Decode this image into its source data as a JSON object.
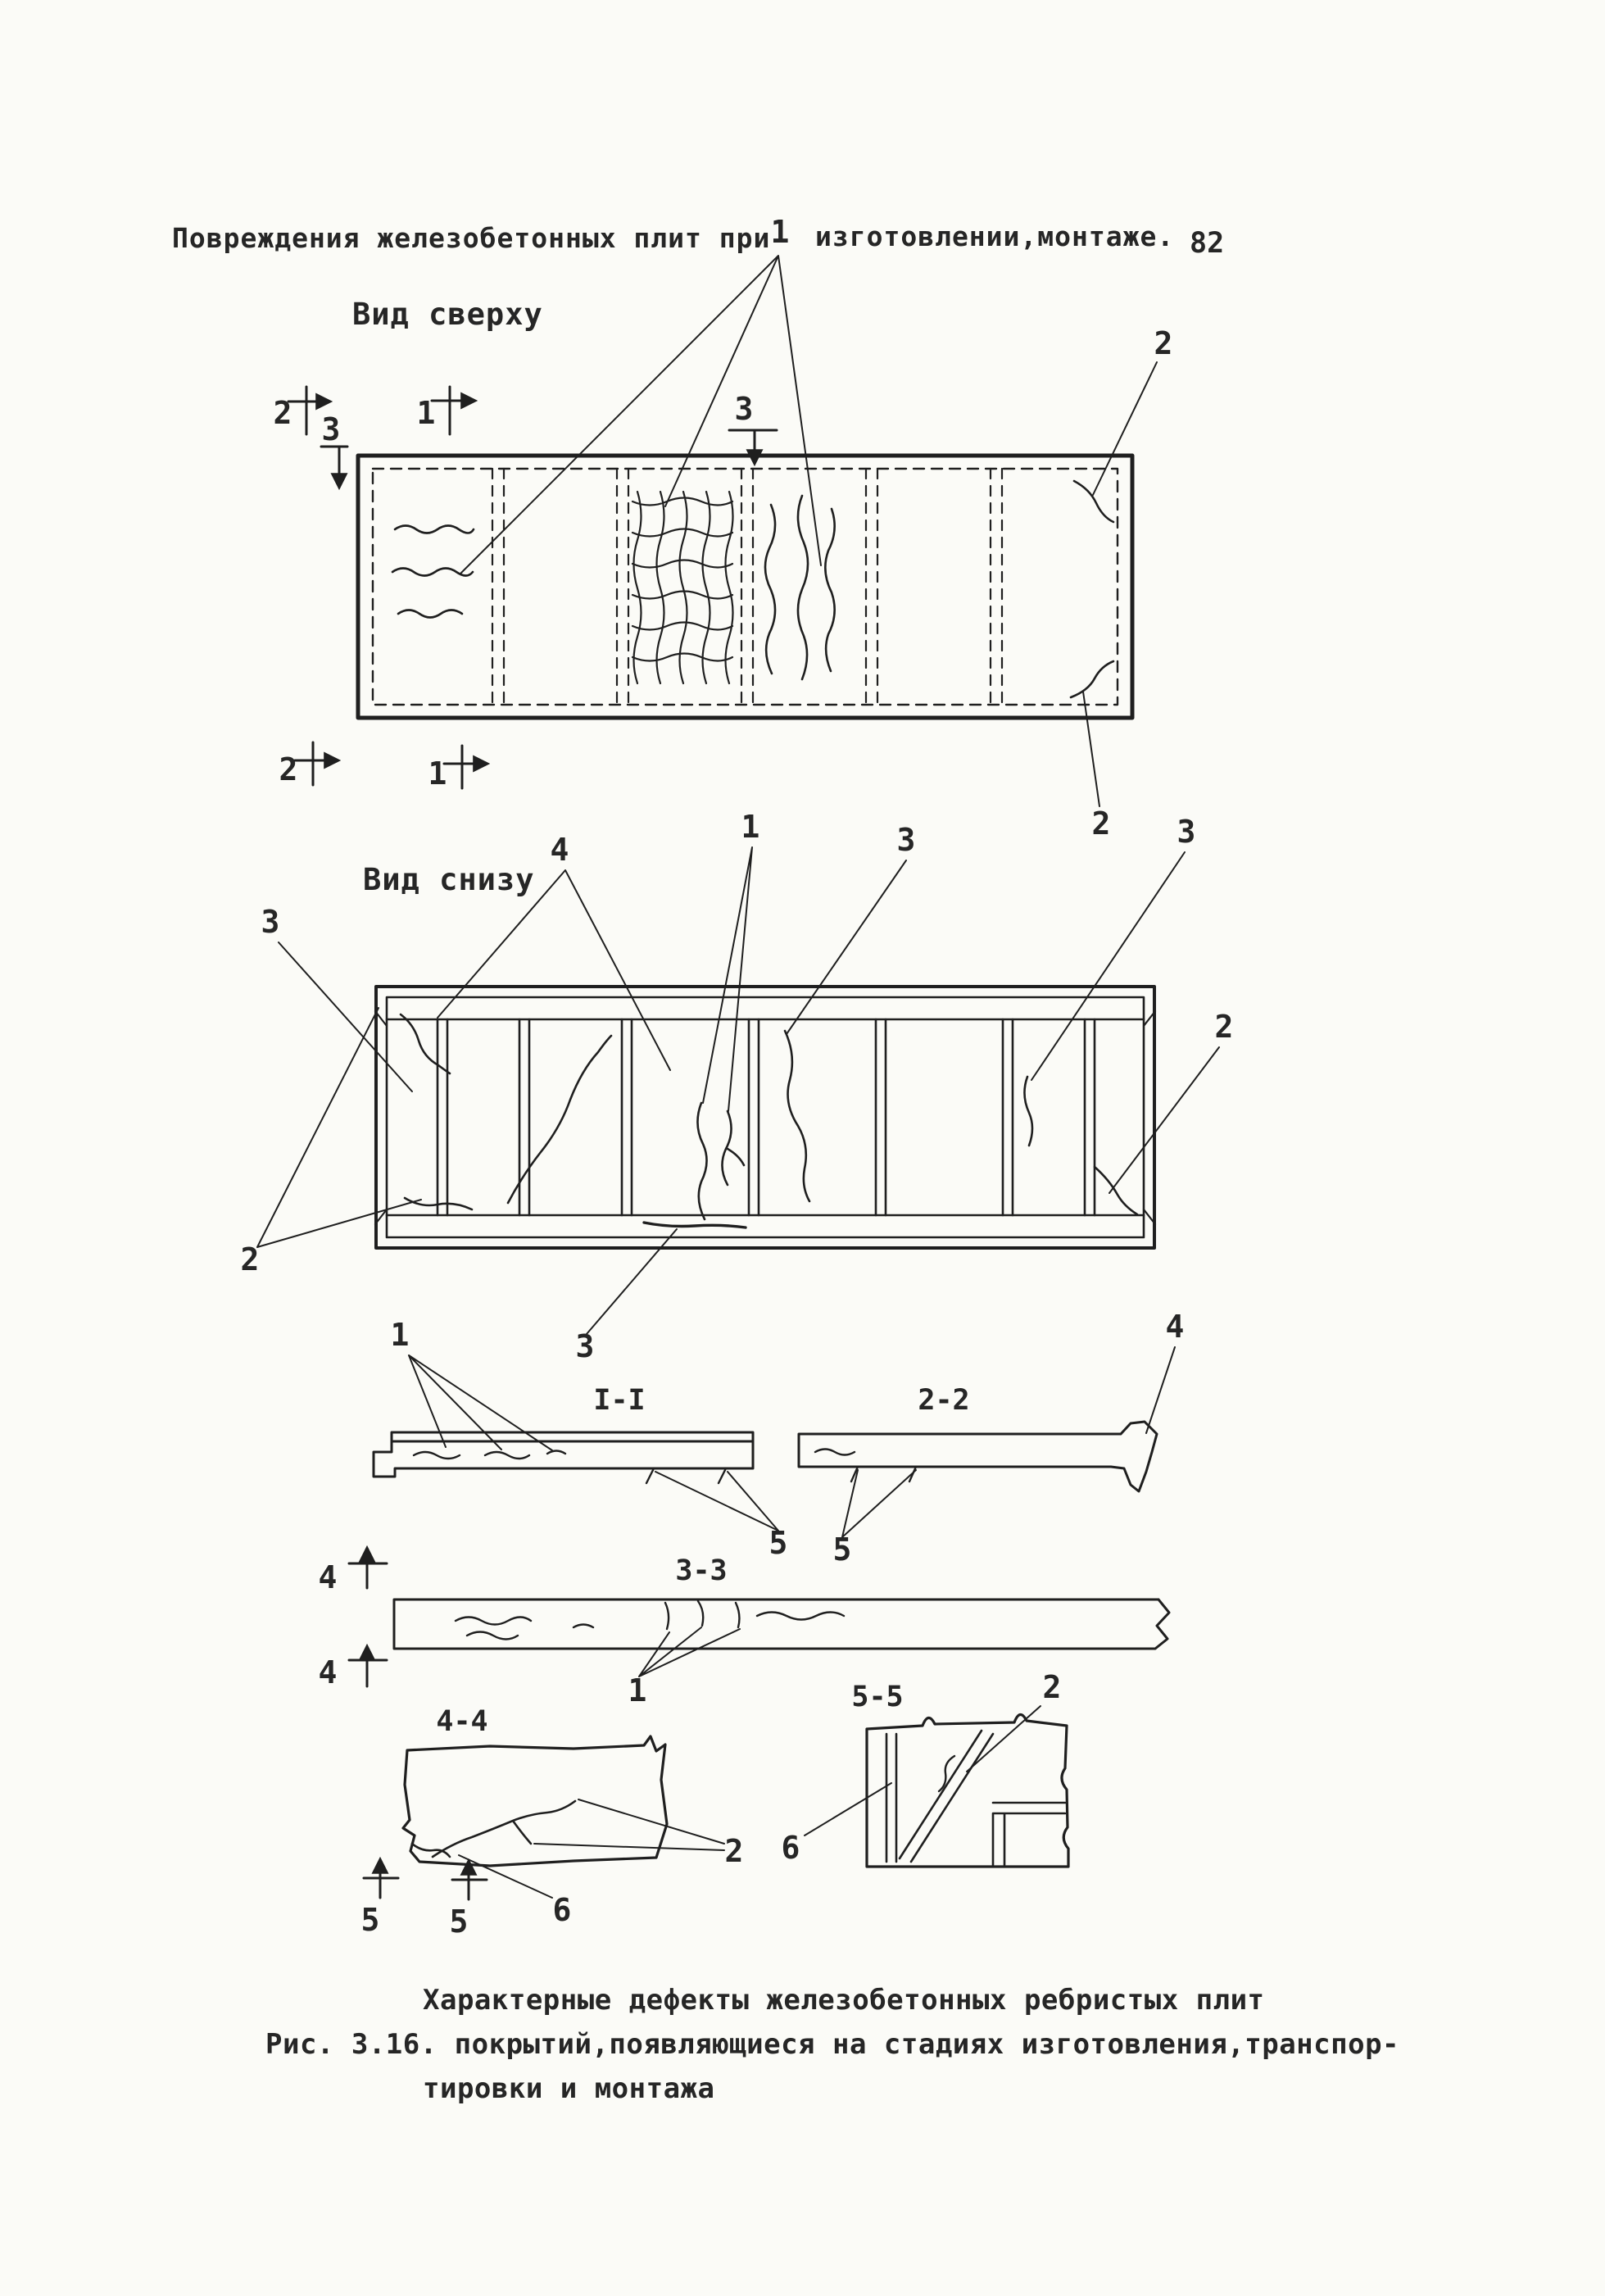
{
  "header": {
    "title_left": "Повреждения железобетонных плит при",
    "title_right": "изготовлении,монтаже.",
    "page_number": "82"
  },
  "views": {
    "top_label": "Вид сверху",
    "bottom_label": "Вид снизу"
  },
  "sections": {
    "s11": "I-I",
    "s22": "2-2",
    "s33": "3-3",
    "s44": "4-4",
    "s55": "5-5"
  },
  "callouts": {
    "c1": "1",
    "c2": "2",
    "c3": "3",
    "c4": "4",
    "c5": "5",
    "c6": "6"
  },
  "caption": {
    "line1": "Характерные дефекты железобетонных ребристых плит",
    "line2": "Рис. 3.16. покрытий,появляющиеся на стадиях изготовления,транспор-",
    "line3": "тировки и монтажа"
  },
  "colors": {
    "ink": "#1f1f1f",
    "paper": "#fbfbf7"
  }
}
